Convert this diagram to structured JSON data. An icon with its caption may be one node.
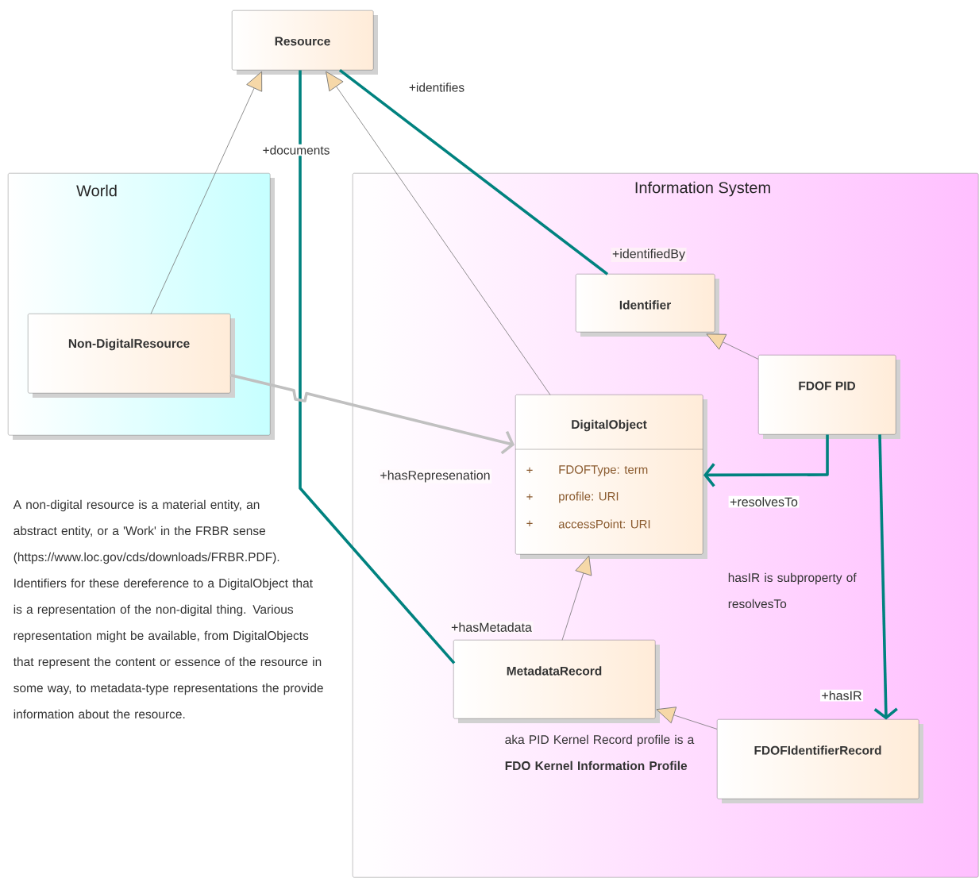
{
  "diagram": {
    "nodes": [
      {
        "text": [
          "Resource"
        ]
      },
      {
        "text": [
          "World"
        ]
      },
      {
        "text": [
          "Non-DigitalResource"
        ],
        "in": 1
      },
      {
        "text": [
          "Information System"
        ]
      },
      {
        "text": [
          "Identifier"
        ],
        "in": 3
      },
      {
        "text": [
          "FDOF PID"
        ],
        "in": 3
      },
      {
        "text": [
          "DigitalObject",
          "+",
          "FDOFType: term",
          "+",
          "profile: URI",
          "+",
          "accessPoint: URI"
        ],
        "in": 3
      },
      {
        "text": [
          "MetadataRecord"
        ],
        "in": 3
      },
      {
        "text": [
          "FDOFIdentifierRecord"
        ],
        "in": 3
      }
    ],
    "edges": [
      {
        "from": 2,
        "to": 0,
        "arrow": "to"
      },
      {
        "from": 6,
        "to": 0,
        "arrow": "to"
      },
      {
        "from": 0,
        "to": 4,
        "arrow": "none",
        "label": "+identifiedBy",
        "style": "thick",
        "color": "#00827f"
      },
      {
        "from": 0,
        "to": 7,
        "arrow": "none",
        "label": "+hasMetadata",
        "style": "thick",
        "color": "#00827f"
      },
      {
        "from": 2,
        "to": 6,
        "arrow": "to",
        "label": "+hasRepresenation",
        "style": "thick",
        "color": "#c0c0c0"
      },
      {
        "from": 5,
        "to": 4,
        "arrow": "to"
      },
      {
        "from": 5,
        "to": 6,
        "arrow": "to",
        "label": "+resolvesTo",
        "style": "thick",
        "color": "#00827f"
      },
      {
        "from": 5,
        "to": 8,
        "arrow": "to",
        "label": "+hasIR",
        "style": "thick",
        "color": "#00827f"
      },
      {
        "from": 7,
        "to": 6,
        "arrow": "to"
      },
      {
        "from": 8,
        "to": 7,
        "arrow": "to"
      }
    ],
    "labels": [
      "+identifies",
      "+documents",
      "A non-digital resource is a material entity, an abstract entity, or a 'Work' in the FRBR sense (https://www.loc.gov/cds/downloads/FRBR.PDF). Identifiers for these dereference to a DigitalObject that is a representation of the non-digital thing. Various representation might be available, from DigitalObjects that represent the content or essence of the resource in some way, to metadata-type representations the provide information about the resource.",
      "hasIR is subproperty of resolvesTo",
      "aka PID Kernel Record profile is a **FDO Kernel Information Profile**"
    ]
  }
}
